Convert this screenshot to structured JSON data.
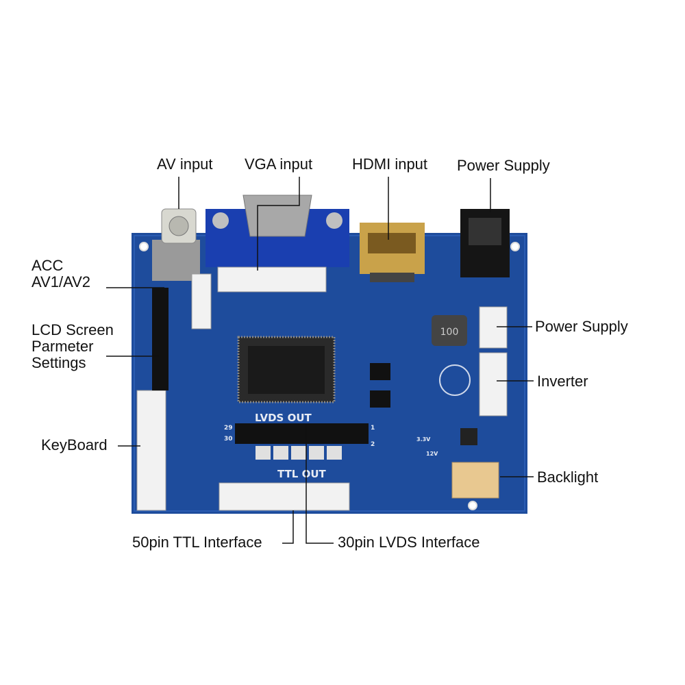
{
  "labels": {
    "av_input": "AV input",
    "vga_input": "VGA input",
    "hdmi_input": "HDMI input",
    "power_supply_top": "Power Supply",
    "acc_line1": "ACC",
    "acc_line2": "AV1/AV2",
    "lcd_line1": "LCD Screen",
    "lcd_line2": "Parmeter",
    "lcd_line3": "Settings",
    "keyboard": "KeyBoard",
    "power_supply_right": "Power Supply",
    "inverter": "Inverter",
    "backlight": "Backlight",
    "ttl_interface": "50pin TTL Interface",
    "lvds_interface": "30pin LVDS Interface"
  },
  "silkscreen": {
    "lvds_out": "LVDS OUT",
    "ttl_out": "TTL OUT",
    "pin29": "29",
    "pin30": "30",
    "pin1": "1",
    "pin2": "2",
    "inductor": "100",
    "v33": "3.3V",
    "v12": "12V"
  },
  "colors": {
    "board": "#1e4c9c",
    "vga_connector": "#1a3fb0",
    "hdmi_gold": "#c9a24a",
    "connector_white": "#f2f2f2",
    "chip": "#1a1a1a"
  }
}
